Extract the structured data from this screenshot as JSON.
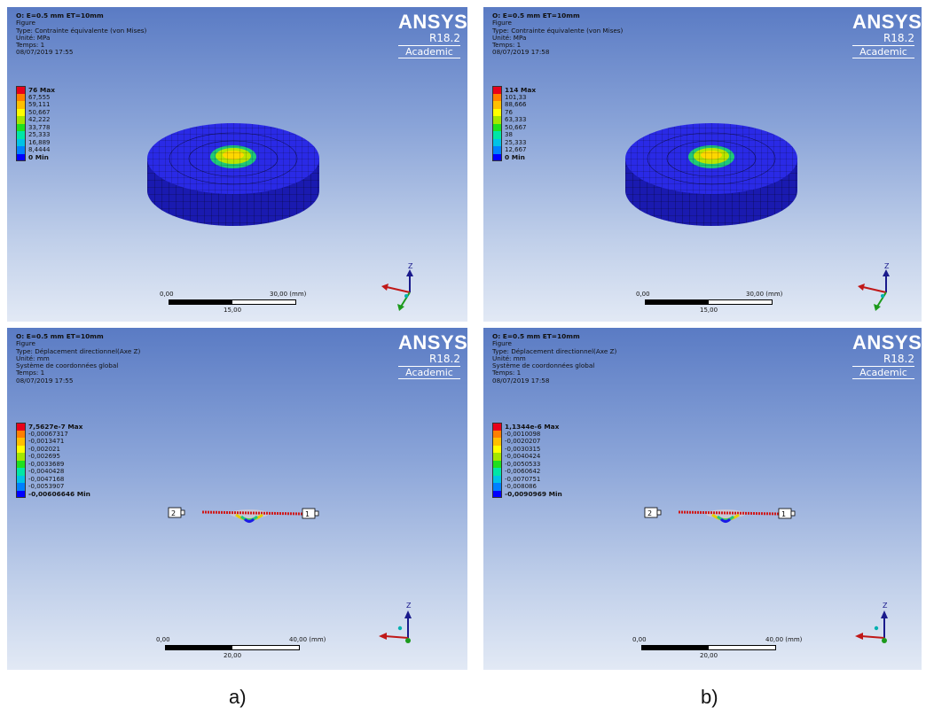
{
  "panels": {
    "a_top": {
      "title": "O: E=0.5 mm ET=10mm",
      "lines": [
        "Figure",
        "Type: Contrainte équivalente (von Mises)",
        "Unité: MPa",
        "Temps: 1",
        "08/07/2019 17:55"
      ],
      "legend": [
        "76 Max",
        "67,555",
        "59,111",
        "50,667",
        "42,222",
        "33,778",
        "25,333",
        "16,889",
        "8,4444",
        "0 Min"
      ],
      "scale": {
        "left": "0,00",
        "right": "30,00 (mm)",
        "mid": "15,00"
      }
    },
    "b_top": {
      "title": "O: E=0.5 mm ET=10mm",
      "lines": [
        "Figure",
        "Type: Contrainte équivalente (von Mises)",
        "Unité: MPa",
        "Temps: 1",
        "08/07/2019 17:58"
      ],
      "legend": [
        "114 Max",
        "101,33",
        "88,666",
        "76",
        "63,333",
        "50,667",
        "38",
        "25,333",
        "12,667",
        "0 Min"
      ],
      "scale": {
        "left": "0,00",
        "right": "30,00 (mm)",
        "mid": "15,00"
      }
    },
    "a_bot": {
      "title": "O: E=0.5 mm ET=10mm",
      "lines": [
        "Figure",
        "Type: Déplacement directionnel(Axe Z)",
        "Unité: mm",
        "Système de coordonnées global",
        "Temps: 1",
        "08/07/2019 17:55"
      ],
      "legend": [
        "7,5627e-7 Max",
        "-0,00067317",
        "-0,0013471",
        "-0,002021",
        "-0,002695",
        "-0,0033689",
        "-0,0040428",
        "-0,0047168",
        "-0,0053907",
        "-0,00606646 Min"
      ],
      "scale": {
        "left": "0,00",
        "right": "40,00 (mm)",
        "mid": "20,00"
      }
    },
    "b_bot": {
      "title": "O: E=0.5 mm ET=10mm",
      "lines": [
        "Figure",
        "Type: Déplacement directionnel(Axe Z)",
        "Unité: mm",
        "Système de coordonnées global",
        "Temps: 1",
        "08/07/2019 17:58"
      ],
      "legend": [
        "1,1344e-6 Max",
        "-0,0010098",
        "-0,0020207",
        "-0,0030315",
        "-0,0040424",
        "-0,0050533",
        "-0,0060642",
        "-0,0070751",
        "-0,008086",
        "-0,0090969 Min"
      ],
      "scale": {
        "left": "0,00",
        "right": "40,00 (mm)",
        "mid": "20,00"
      }
    }
  },
  "logo": {
    "brand": "ANSYS",
    "version": "R18.2",
    "edition": "Academic"
  },
  "axis": {
    "z": "Z"
  },
  "probes": {
    "one": "1",
    "two": "2"
  },
  "captions": {
    "a": "a)",
    "b": "b)"
  },
  "legend_colors": [
    "#e8001a",
    "#ff7f00",
    "#ffbf00",
    "#ffff00",
    "#a4e600",
    "#1fe01f",
    "#00e6a6",
    "#00c3e6",
    "#0080ff",
    "#0000ff"
  ]
}
